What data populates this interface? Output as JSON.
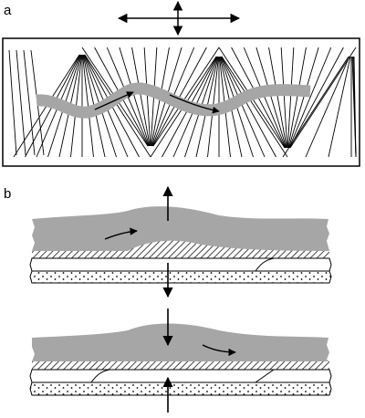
{
  "panels": [
    {
      "id": "a",
      "label": "a"
    },
    {
      "id": "b",
      "label": "b"
    }
  ],
  "colors": {
    "line": "#000000",
    "gray_fill": "#a6a6a6",
    "background": "#ffffff"
  },
  "icons": [
    "double-arrow-icon",
    "curved-arrow-icon",
    "straight-arrow-icon"
  ]
}
